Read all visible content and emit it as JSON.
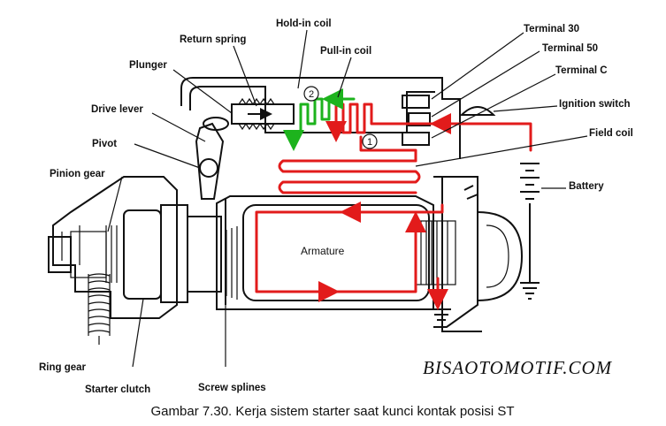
{
  "labels": {
    "hold_in_coil": "Hold-in coil",
    "return_spring": "Return spring",
    "pull_in_coil": "Pull-in coil",
    "terminal_30": "Terminal 30",
    "terminal_50": "Terminal 50",
    "terminal_c": "Terminal C",
    "plunger": "Plunger",
    "ignition_switch": "Ignition switch",
    "drive_lever": "Drive lever",
    "field_coil": "Field coil",
    "pivot": "Pivot",
    "pinion_gear": "Pinion gear",
    "battery": "Battery",
    "armature": "Armature",
    "ring_gear": "Ring gear",
    "starter_clutch": "Starter clutch",
    "screw_splines": "Screw splines"
  },
  "markers": {
    "one": "1",
    "two": "2"
  },
  "watermark": "BISAOTOMOTIF.COM",
  "caption": "Gambar 7.30.  Kerja sistem starter saat kunci kontak posisi ST",
  "colors": {
    "current_path": "#e21b1b",
    "holdin_path": "#1db31d",
    "line": "#111111"
  }
}
